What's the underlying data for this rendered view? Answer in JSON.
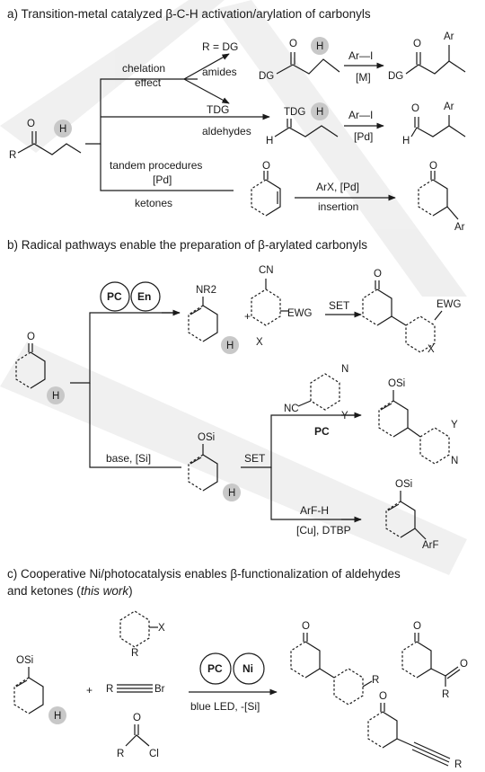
{
  "sectionA": {
    "title": "a) Transition-metal catalyzed β-C-H activation/arylation of carbonyls",
    "chelation": "chelation",
    "effect": "effect",
    "r_eq_dg": "R = DG",
    "amides": "amides",
    "tdg": "TDG",
    "aldehydes": "aldehydes",
    "tandem": "tandem procedures",
    "pd": "[Pd]",
    "ketones": "ketones",
    "ar_i": "Ar—I",
    "m_cat": "[M]",
    "pd_cat": "[Pd]",
    "arx_pd": "ArX, [Pd]",
    "insertion": "insertion"
  },
  "sectionB": {
    "title": "b) Radical pathways enable the preparation of β-arylated carbonyls",
    "pc": "PC",
    "en": "En",
    "plus": "+",
    "set": "SET",
    "base_si": "base, [Si]",
    "set2": "SET",
    "pc_bold": "PC",
    "arf_h": "ArF-H",
    "cu_dtbp": "[Cu], DTBP"
  },
  "sectionC": {
    "title_line1": "c) Cooperative Ni/photocatalysis enables β-functionalization of aldehydes",
    "title_line2_a": "and ketones (",
    "title_line2_b": "this work",
    "title_line2_c": ")",
    "pc": "PC",
    "ni": "Ni",
    "plus": "+",
    "conditions": "blue LED, -[Si]"
  },
  "atoms": {
    "O": "O",
    "H": "H",
    "R": "R",
    "DG": "DG",
    "Ar": "Ar",
    "TDG": "TDG",
    "NR2": "NR2",
    "CN": "CN",
    "EWG": "EWG",
    "X": "X",
    "OSi": "OSi",
    "NC": "NC",
    "N": "N",
    "Y": "Y",
    "ArF": "ArF",
    "Br": "Br",
    "Cl": "Cl"
  },
  "colors": {
    "text": "#1a1a1a",
    "h_highlight": "#c8c8c8"
  }
}
